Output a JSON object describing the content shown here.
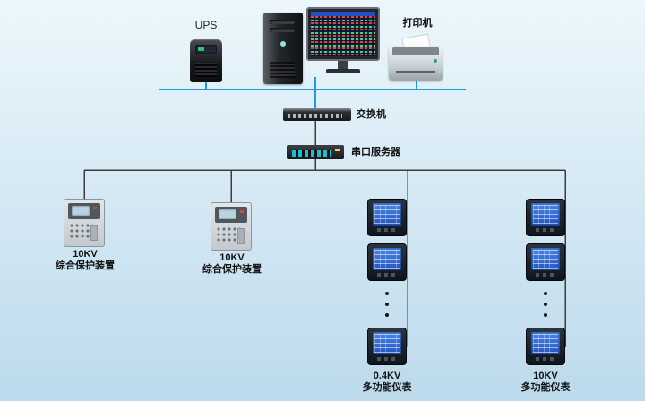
{
  "diagram": {
    "top": {
      "ups_label": "UPS",
      "printer_label": "打印机"
    },
    "network": {
      "switch_label": "交换机",
      "serial_server_label": "串口服务器"
    },
    "branches": {
      "protection_1": {
        "kv": "10KV",
        "name": "综合保护装置"
      },
      "protection_2": {
        "kv": "10KV",
        "name": "综合保护装置"
      },
      "meters_04kv": {
        "kv": "0.4KV",
        "name": "多功能仪表"
      },
      "meters_10kv": {
        "kv": "10KV",
        "name": "多功能仪表"
      }
    },
    "colors": {
      "bus_blue": "#1c9cd8",
      "wire_dark": "#3c3c3c",
      "background_top": "#ecf7fc",
      "background_bottom": "#bcdaec"
    }
  }
}
